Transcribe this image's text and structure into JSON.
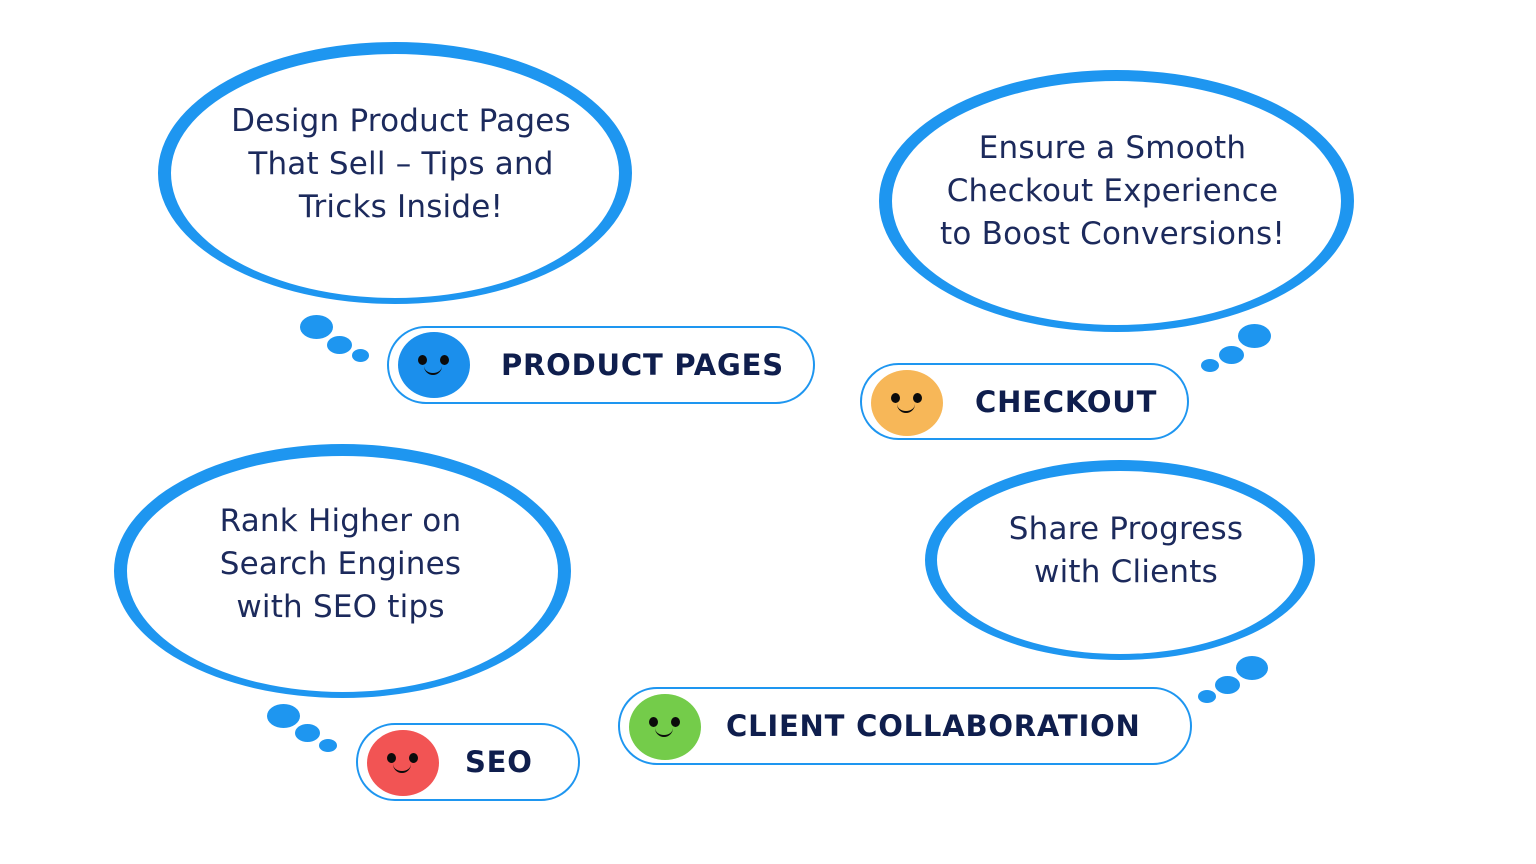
{
  "colors": {
    "accent": "#1e96f0",
    "text": "#1c2a5c",
    "label": "#0f1e4d"
  },
  "cards": [
    {
      "id": "product-pages",
      "bubble_text": "Design Product Pages\nThat Sell – Tips and\nTricks Inside!",
      "label": "PRODUCT PAGES",
      "face_color": "#1b8fec",
      "face_icon": "smiley-face-icon"
    },
    {
      "id": "checkout",
      "bubble_text": "Ensure a Smooth\nCheckout Experience\nto Boost Conversions!",
      "label": "CHECKOUT",
      "face_color": "#f7b758",
      "face_icon": "smiley-face-icon"
    },
    {
      "id": "seo",
      "bubble_text": "Rank  Higher  on\nSearch Engines\nwith SEO tips",
      "label": "SEO",
      "face_color": "#f25454",
      "face_icon": "smiley-face-icon"
    },
    {
      "id": "client-collaboration",
      "bubble_text": "Share Progress\nwith Clients",
      "label": "CLIENT COLLABORATION",
      "face_color": "#74cc4a",
      "face_icon": "smiley-face-icon"
    }
  ]
}
